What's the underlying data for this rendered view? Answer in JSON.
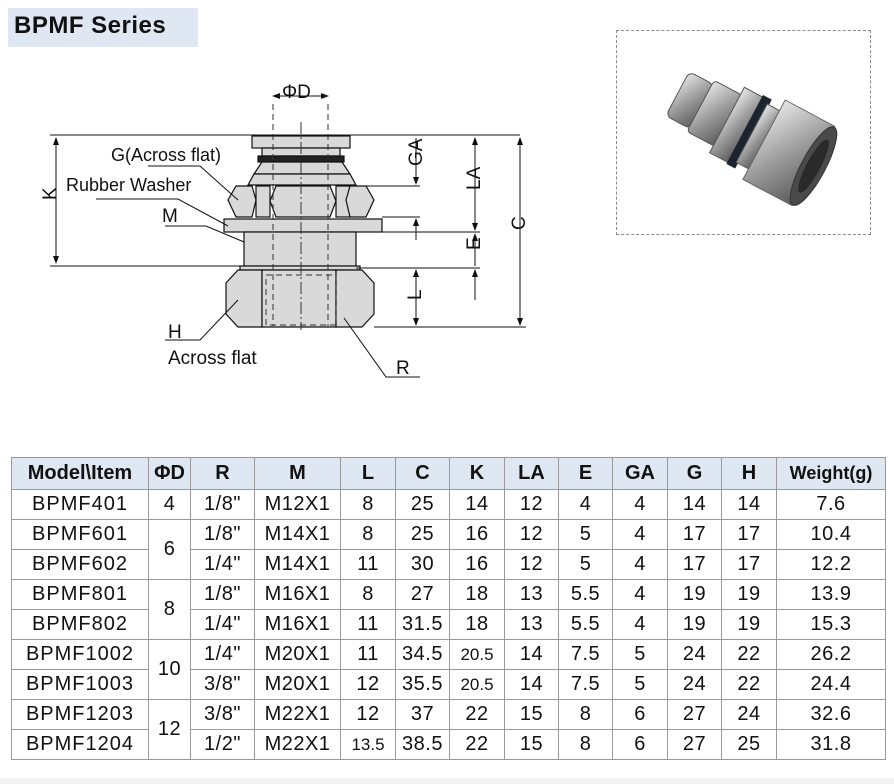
{
  "title": "BPMF Series",
  "drawing": {
    "labels": {
      "phi_d": "ΦD",
      "g_across_flat": "G(Across flat)",
      "rubber_washer": "Rubber Washer",
      "m": "M",
      "k": "K",
      "ga": "GA",
      "la": "LA",
      "c": "C",
      "e": "E",
      "l": "L",
      "h": "H",
      "across_flat": "Across flat",
      "r": "R"
    }
  },
  "photo": {
    "icon": "bulkhead-fitting-photo",
    "colors": {
      "metal": "#a9a9a9",
      "washer": "#1c2430"
    }
  },
  "table": {
    "headers": [
      "Model\\Item",
      "ΦD",
      "R",
      "M",
      "L",
      "C",
      "K",
      "LA",
      "E",
      "GA",
      "G",
      "H",
      "Weight(g)"
    ],
    "rows": [
      {
        "model": "BPMF401",
        "d": "4",
        "r": "1/8\"",
        "m": "M12X1",
        "l": "8",
        "c": "25",
        "k": "14",
        "la": "12",
        "e": "4",
        "ga": "4",
        "g": "14",
        "h": "14",
        "weight": "7.6"
      },
      {
        "model": "BPMF601",
        "d": "6",
        "r": "1/8\"",
        "m": "M14X1",
        "l": "8",
        "c": "25",
        "k": "16",
        "la": "12",
        "e": "5",
        "ga": "4",
        "g": "17",
        "h": "17",
        "weight": "10.4"
      },
      {
        "model": "BPMF602",
        "d": "6",
        "r": "1/4\"",
        "m": "M14X1",
        "l": "11",
        "c": "30",
        "k": "16",
        "la": "12",
        "e": "5",
        "ga": "4",
        "g": "17",
        "h": "17",
        "weight": "12.2"
      },
      {
        "model": "BPMF801",
        "d": "8",
        "r": "1/8\"",
        "m": "M16X1",
        "l": "8",
        "c": "27",
        "k": "18",
        "la": "13",
        "e": "5.5",
        "ga": "4",
        "g": "19",
        "h": "19",
        "weight": "13.9"
      },
      {
        "model": "BPMF802",
        "d": "8",
        "r": "1/4\"",
        "m": "M16X1",
        "l": "11",
        "c": "31.5",
        "k": "18",
        "la": "13",
        "e": "5.5",
        "ga": "4",
        "g": "19",
        "h": "19",
        "weight": "15.3"
      },
      {
        "model": "BPMF1002",
        "d": "10",
        "r": "1/4\"",
        "m": "M20X1",
        "l": "11",
        "c": "34.5",
        "k": "20.5",
        "la": "14",
        "e": "7.5",
        "ga": "5",
        "g": "24",
        "h": "22",
        "weight": "26.2"
      },
      {
        "model": "BPMF1003",
        "d": "10",
        "r": "3/8\"",
        "m": "M20X1",
        "l": "12",
        "c": "35.5",
        "k": "20.5",
        "la": "14",
        "e": "7.5",
        "ga": "5",
        "g": "24",
        "h": "22",
        "weight": "24.4"
      },
      {
        "model": "BPMF1203",
        "d": "12",
        "r": "3/8\"",
        "m": "M22X1",
        "l": "12",
        "c": "37",
        "k": "22",
        "la": "15",
        "e": "8",
        "ga": "6",
        "g": "27",
        "h": "24",
        "weight": "32.6"
      },
      {
        "model": "BPMF1204",
        "d": "12",
        "r": "1/2\"",
        "m": "M22X1",
        "l": "13.5",
        "c": "38.5",
        "k": "22",
        "la": "15",
        "e": "8",
        "ga": "6",
        "g": "27",
        "h": "25",
        "weight": "31.8"
      }
    ]
  },
  "colors": {
    "header_bg": "#dfe7f3",
    "grid": "#9a9a9a",
    "title_bg": "#dfe7f3"
  }
}
